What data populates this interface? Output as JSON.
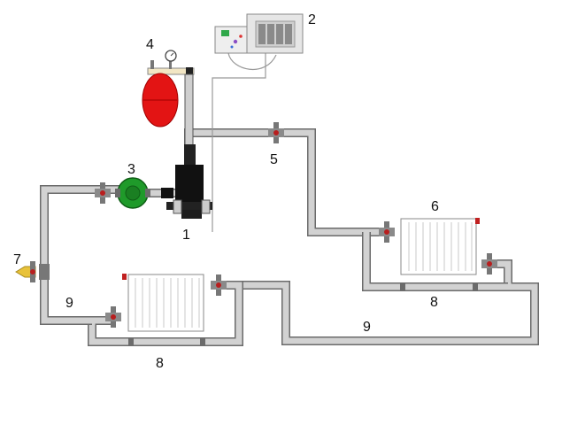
{
  "labels": {
    "boiler": "1",
    "controller": "2",
    "pump": "3",
    "expansion_tank": "4",
    "valve_supply": "5",
    "radiator_right": "6",
    "drain_valve": "7",
    "bypass_bottom": "8",
    "bypass_right": "8",
    "return_left": "9",
    "return_bottom": "9"
  },
  "colors": {
    "pipe_outline": "#6b6b6b",
    "pipe_fill": "#d2d2d2",
    "tank": "#e31414",
    "pump": "#1f9a2a",
    "valve_mark": "#b81e1e",
    "boiler": "#111111",
    "drain_tip": "#e8c23a"
  }
}
